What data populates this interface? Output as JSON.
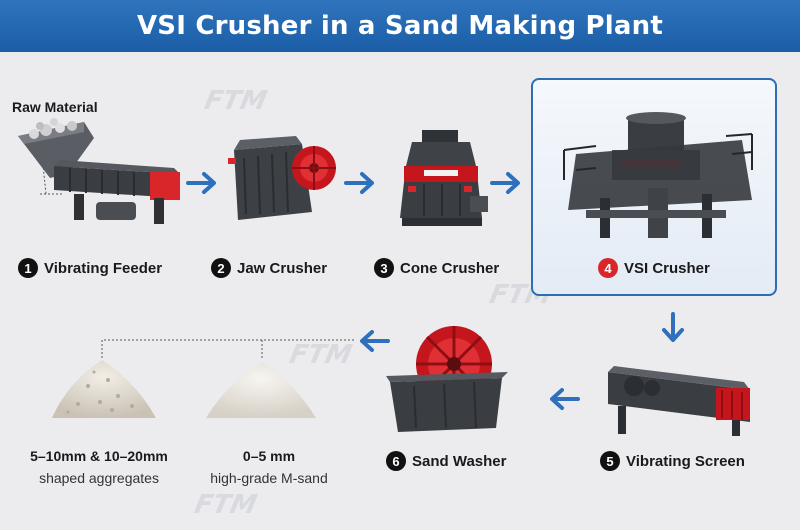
{
  "header": {
    "title": "VSI Crusher in a Sand Making Plant"
  },
  "raw_material_label": "Raw Material",
  "watermark_text": "FTM",
  "steps": [
    {
      "number": "1",
      "label": "Vibrating Feeder"
    },
    {
      "number": "2",
      "label": "Jaw Crusher"
    },
    {
      "number": "3",
      "label": "Cone Crusher"
    },
    {
      "number": "4",
      "label": "VSI Crusher"
    },
    {
      "number": "5",
      "label": "Vibrating Screen"
    },
    {
      "number": "6",
      "label": "Sand Washer"
    }
  ],
  "products": [
    {
      "title": "5–10mm & 10–20mm",
      "subtitle": "shaped aggregates"
    },
    {
      "title": "0–5 mm",
      "subtitle": "high-grade M-sand"
    }
  ],
  "colors": {
    "header_blue": "#1f63ad",
    "arrow_blue": "#2f70bd",
    "highlight_border": "#2d6db5",
    "machine_red": "#d8262a",
    "machine_dark": "#3a3d42"
  }
}
